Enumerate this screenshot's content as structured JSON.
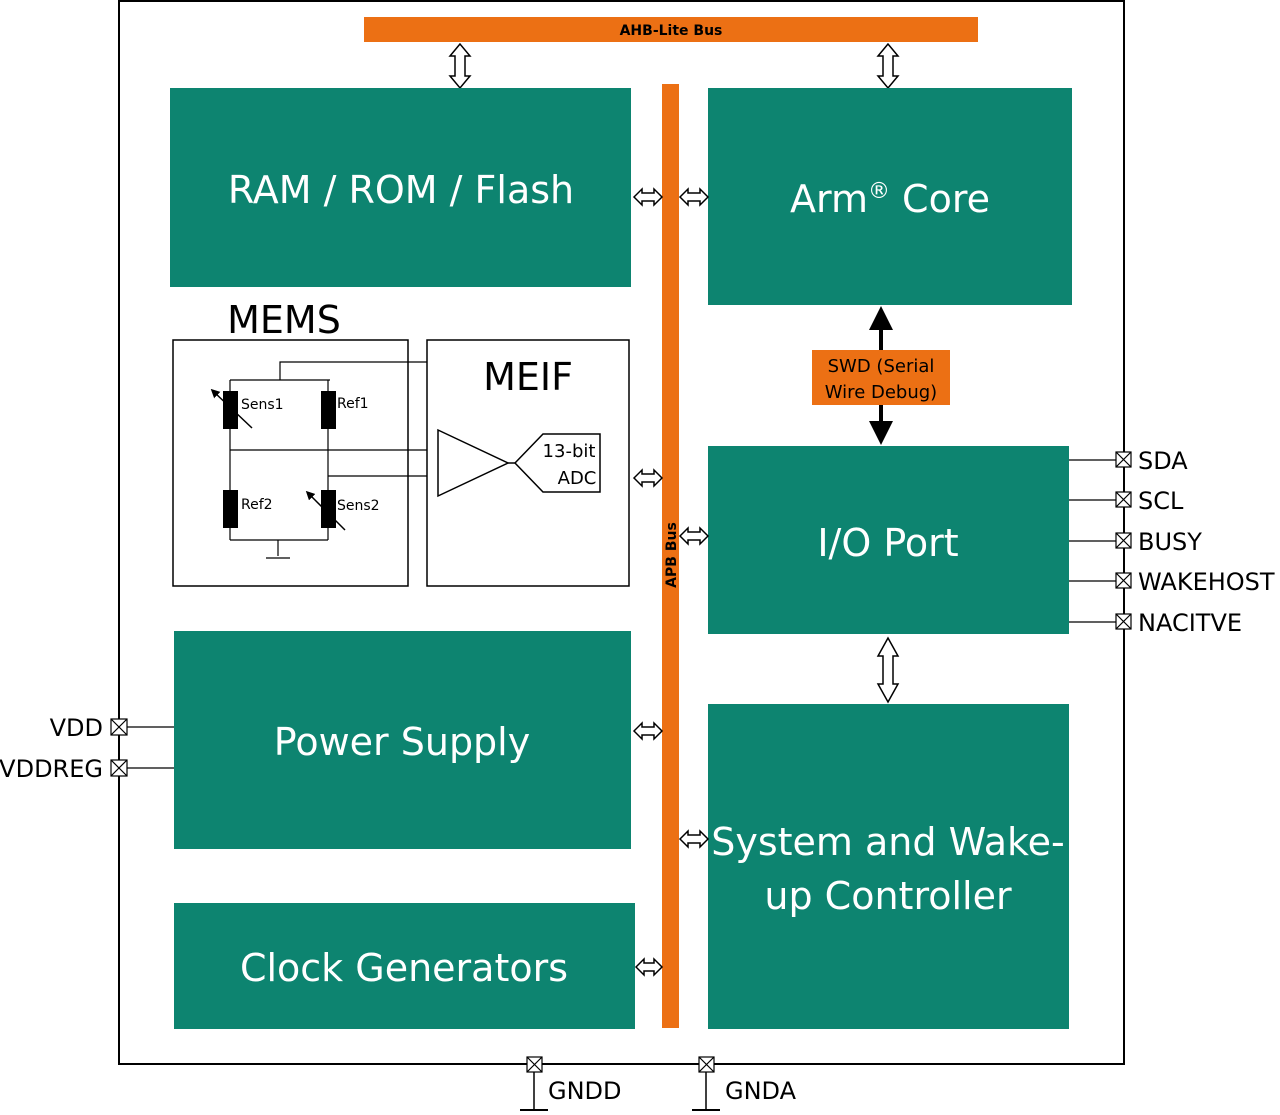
{
  "colors": {
    "block": "#0d8470",
    "bus": "#ec7014",
    "line": "#000000",
    "frame_bg": "#ffffff"
  },
  "buses": {
    "ahb": "AHB-Lite Bus",
    "apb": "APB Bus"
  },
  "blocks": {
    "memory": "RAM / ROM / Flash",
    "core_prefix": "Arm",
    "core_mark": "®",
    "core_suffix": " Core",
    "io": "I/O Port",
    "power": "Power Supply",
    "clock": "Clock Generators",
    "sys_line1": "System and Wake-",
    "sys_line2": "up Controller"
  },
  "mems": {
    "title": "MEMS",
    "sens1": "Sens1",
    "ref1": "Ref1",
    "ref2": "Ref2",
    "sens2": "Sens2"
  },
  "meif": {
    "title": "MEIF",
    "adc_line1": "13-bit",
    "adc_line2": "ADC"
  },
  "swd": {
    "line1": "SWD (Serial",
    "line2": "Wire Debug)"
  },
  "pins": {
    "right": [
      "SDA",
      "SCL",
      "BUSY",
      "WAKEHOST",
      "NACITVE"
    ],
    "left": [
      "VDD",
      "VDDREG"
    ],
    "bottom": [
      "GNDD",
      "GNDA"
    ]
  }
}
